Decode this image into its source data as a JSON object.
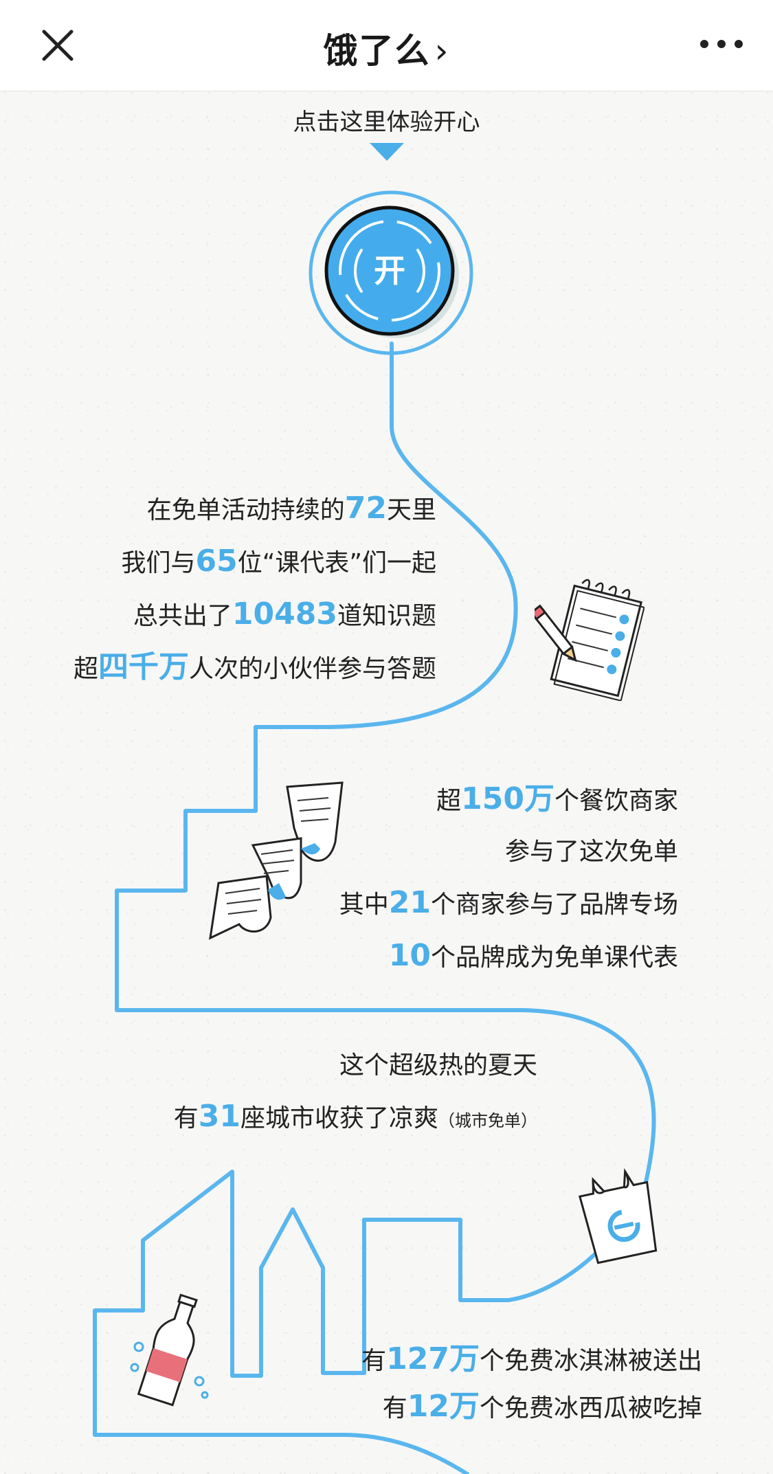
{
  "nav": {
    "title": "饿了么",
    "chevron": "›",
    "close_icon": "close-icon",
    "more_icon": "more-dots-icon"
  },
  "hint": "点击这里体验开心",
  "start_button": {
    "label": "开"
  },
  "colors": {
    "accent": "#4aaee8",
    "text": "#222222",
    "bg": "#f7f7f6"
  },
  "block1": {
    "line1": {
      "pre": "在免单活动持续的",
      "num": "72",
      "post": "天里"
    },
    "line2": {
      "pre": "我们与",
      "num": "65",
      "post": "位“课代表”们一起"
    },
    "line3": {
      "pre": "总共出了",
      "num": "10483",
      "post": "道知识题"
    },
    "line4": {
      "pre": "超",
      "num": "四千万",
      "post": "人次的小伙伴参与答题"
    }
  },
  "block2": {
    "line1": {
      "pre": "超",
      "num": "150万",
      "post": "个餐饮商家"
    },
    "line2": "参与了这次免单",
    "line3": {
      "pre": "其中",
      "num": "21",
      "post": "个商家参与了品牌专场"
    },
    "line4": {
      "num": "10",
      "post": "个品牌成为免单课代表"
    }
  },
  "block3": {
    "line1": "这个超级热的夏天",
    "line2": {
      "pre": "有",
      "num": "31",
      "post": "座城市收获了凉爽",
      "note": "（城市免单）"
    }
  },
  "block4": {
    "line1": {
      "pre": "有",
      "num": "127万",
      "post": "个免费冰淇淋被送出"
    },
    "line2": {
      "pre": "有",
      "num": "12万",
      "post": "个免费冰西瓜被吃掉"
    }
  }
}
